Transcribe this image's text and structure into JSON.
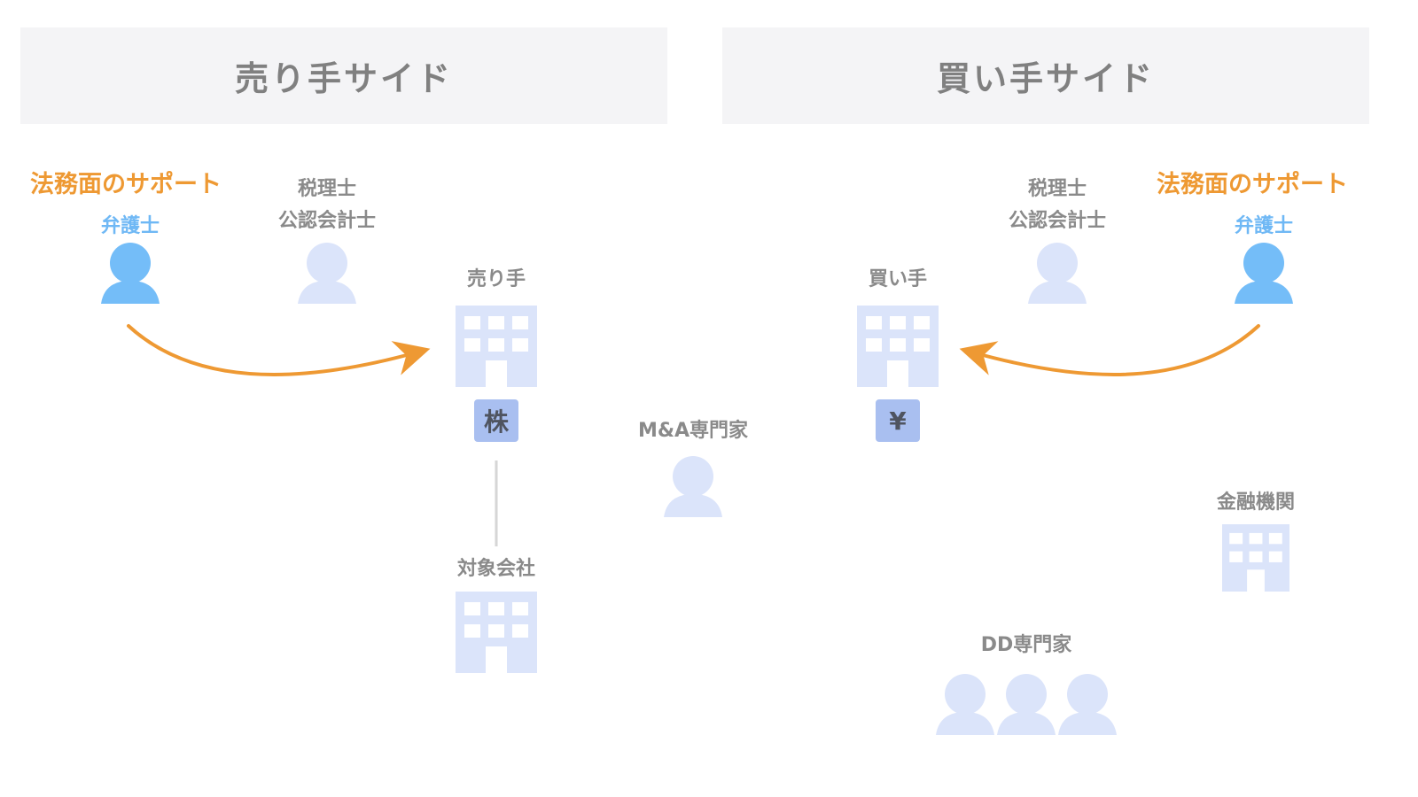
{
  "seller_side": {
    "header": "売り手サイド",
    "legal_support": "法務面のサポート",
    "lawyer": "弁護士",
    "tax_line1": "税理士",
    "tax_line2": "公認会計士",
    "seller": "売り手",
    "stock_badge": "株",
    "target_company": "対象会社"
  },
  "middle": {
    "ma_expert": "M&A専門家"
  },
  "buyer_side": {
    "header": "買い手サイド",
    "legal_support": "法務面のサポート",
    "lawyer": "弁護士",
    "tax_line1": "税理士",
    "tax_line2": "公認会計士",
    "buyer": "買い手",
    "yen_badge": "¥",
    "financial_institution": "金融機関",
    "dd_expert": "DD専門家"
  },
  "colors": {
    "accent_orange": "#ee9933",
    "lawyer_blue": "#74bdf8",
    "pale_blue": "#dbe4fa",
    "badge_blue": "#a9bff0",
    "header_bg": "#f4f4f6"
  }
}
